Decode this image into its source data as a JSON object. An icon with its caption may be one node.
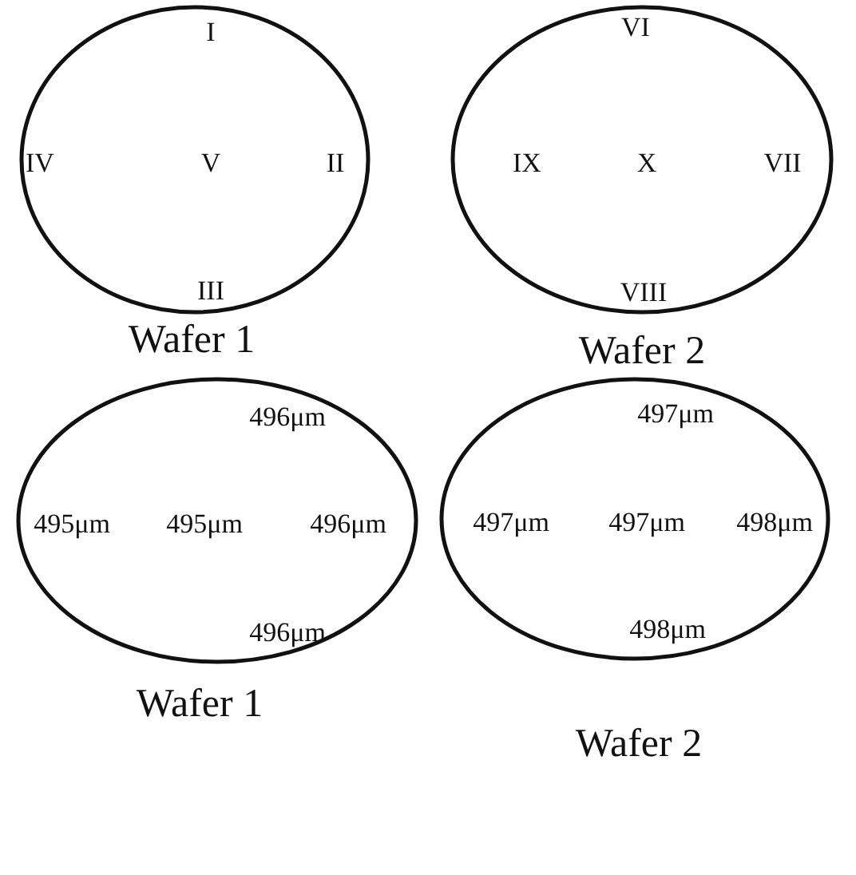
{
  "diagram": {
    "nodes": [
      {
        "text": [
          "I",
          "IV",
          "V",
          "II",
          "III"
        ],
        "beside": [
          "Wafer 1"
        ]
      },
      {
        "text": [
          "VI",
          "IX",
          "X",
          "VII",
          "VIII"
        ],
        "beside": [
          "Wafer 2"
        ]
      },
      {
        "text": [
          "496μm",
          "495μm",
          "495μm",
          "496μm",
          "496μm"
        ],
        "beside": [
          "Wafer 1"
        ]
      },
      {
        "text": [
          "497μm",
          "497μm",
          "497μm",
          "498μm",
          "498μm"
        ],
        "beside": [
          "Wafer 2"
        ]
      }
    ]
  }
}
